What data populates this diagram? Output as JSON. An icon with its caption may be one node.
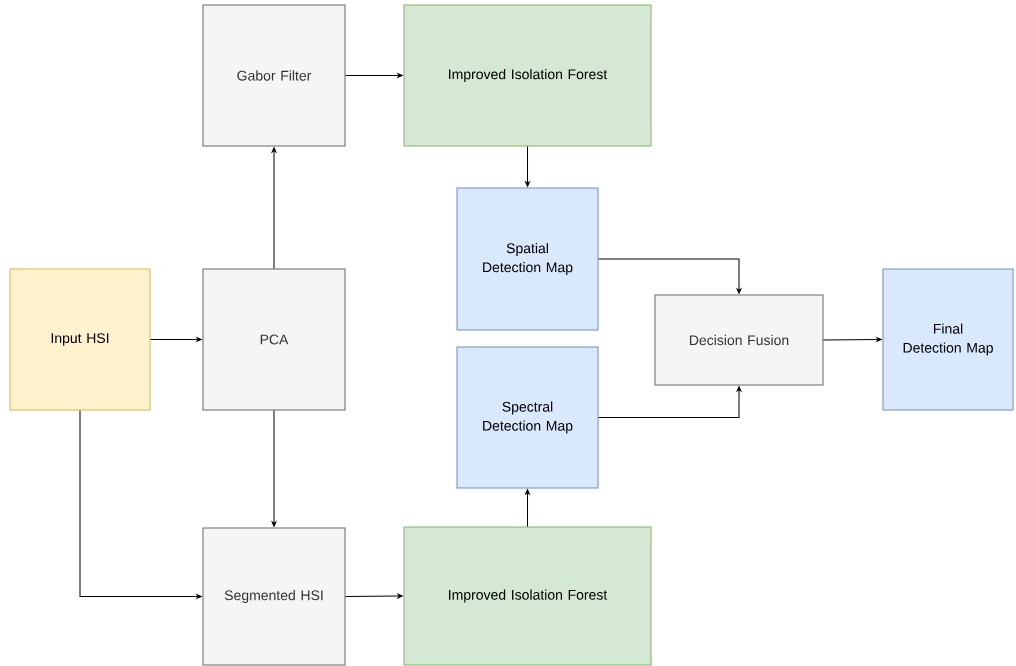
{
  "diagram": {
    "nodes": [
      {
        "text": [
          "Input HSI"
        ]
      },
      {
        "text": [
          "PCA"
        ]
      },
      {
        "text": [
          "Gabor Filter"
        ]
      },
      {
        "text": [
          "Segmented HSI"
        ]
      },
      {
        "text": [
          "Improved Isolation Forest"
        ]
      },
      {
        "text": [
          "Improved Isolation Forest"
        ]
      },
      {
        "text": [
          "Spatial Detection Map"
        ]
      },
      {
        "text": [
          "Spectral Detection Map"
        ]
      },
      {
        "text": [
          "Decision Fusion"
        ]
      },
      {
        "text": [
          "Final Detection Map"
        ]
      }
    ],
    "edges": [
      {
        "from": 0,
        "to": 1,
        "arrow": "to"
      },
      {
        "from": 1,
        "to": 2,
        "arrow": "to"
      },
      {
        "from": 1,
        "to": 3,
        "arrow": "to"
      },
      {
        "from": 0,
        "to": 3,
        "arrow": "to"
      },
      {
        "from": 2,
        "to": 4,
        "arrow": "to"
      },
      {
        "from": 4,
        "to": 6,
        "arrow": "to"
      },
      {
        "from": 3,
        "to": 5,
        "arrow": "to"
      },
      {
        "from": 5,
        "to": 7,
        "arrow": "to"
      },
      {
        "from": 6,
        "to": 8,
        "arrow": "to"
      },
      {
        "from": 7,
        "to": 8,
        "arrow": "to"
      },
      {
        "from": 8,
        "to": 9,
        "arrow": "to"
      }
    ]
  }
}
